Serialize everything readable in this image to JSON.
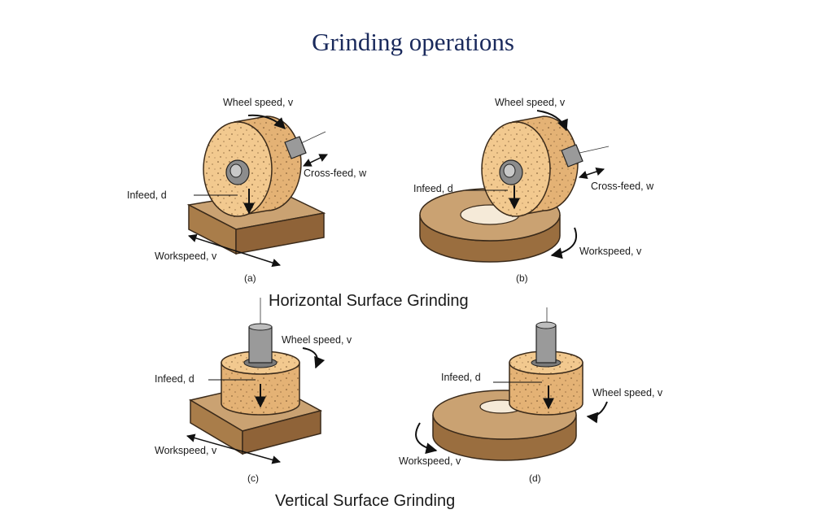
{
  "title": "Grinding operations",
  "colors": {
    "title": "#1a2a5c",
    "wheel_face": "#f2c98f",
    "wheel_side": "#e4b275",
    "work_top": "#caa272",
    "work_side": "#9a6e3f",
    "spindle": "#9a9a9a"
  },
  "sections": {
    "horizontal": "Horizontal Surface Grinding",
    "vertical": "Vertical Surface Grinding"
  },
  "panels": {
    "a": {
      "caption": "(a)",
      "wheel_speed": "Wheel speed, v",
      "cross_feed": "Cross-feed, w",
      "infeed": "Infeed, d",
      "workspeed": "Workspeed, v"
    },
    "b": {
      "caption": "(b)",
      "wheel_speed": "Wheel speed, v",
      "cross_feed": "Cross-feed, w",
      "infeed": "Infeed, d",
      "workspeed": "Workspeed, v"
    },
    "c": {
      "caption": "(c)",
      "wheel_speed": "Wheel speed, v",
      "infeed": "Infeed, d",
      "workspeed": "Workspeed, v"
    },
    "d": {
      "caption": "(d)",
      "wheel_speed": "Wheel speed, v",
      "infeed": "Infeed, d",
      "workspeed": "Workspeed, v"
    }
  }
}
